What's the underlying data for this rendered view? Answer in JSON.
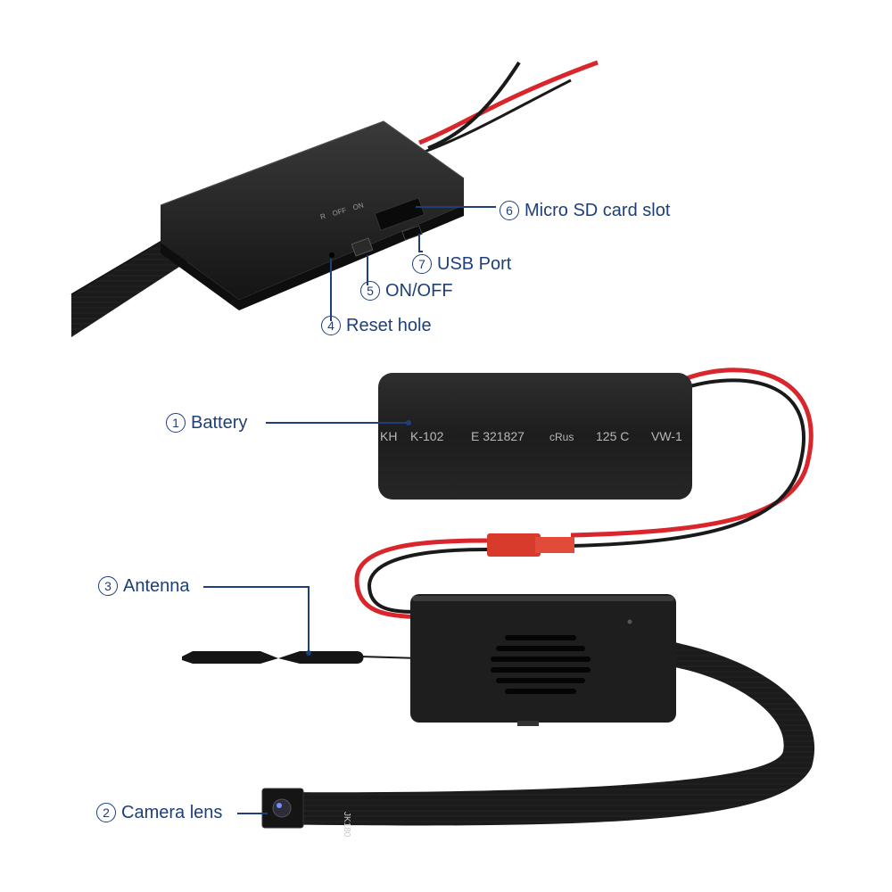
{
  "callouts": [
    {
      "number": "1",
      "text": "Battery"
    },
    {
      "number": "2",
      "text": "Camera lens"
    },
    {
      "number": "3",
      "text": "Antenna"
    },
    {
      "number": "4",
      "text": "Reset hole"
    },
    {
      "number": "5",
      "text": "ON/OFF"
    },
    {
      "number": "6",
      "text": "Micro SD card slot"
    },
    {
      "number": "7",
      "text": "USB Port"
    }
  ],
  "battery_print": [
    "KH",
    "K-102",
    "E 321827",
    "cRus",
    "125 C",
    "VW-1"
  ],
  "switch_print": {
    "r": "R",
    "off": "OFF",
    "on": "ON"
  },
  "flex_print": "JK180",
  "colors": {
    "label": "#1d3f7a",
    "device": "#1c1c1c",
    "wire_red": "#d8262c",
    "wire_black": "#1a1a1a"
  }
}
